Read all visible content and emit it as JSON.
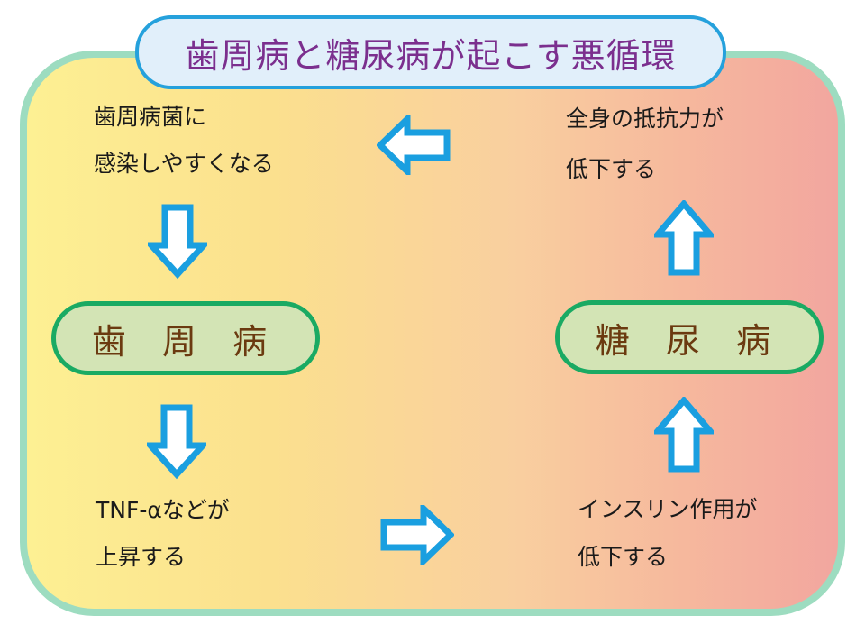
{
  "title": "歯周病と糖尿病が起こす悪循環",
  "nodes": {
    "periodontal_infection": {
      "line1": "歯周病菌に",
      "line2": "感染しやすくなる"
    },
    "resistance_down": {
      "line1": "全身の抵抗力が",
      "line2": "低下する"
    },
    "periodontitis": "歯 周 病",
    "diabetes": "糖 尿 病",
    "tnf_up": {
      "line1": "TNF-αなどが",
      "line2": "上昇する"
    },
    "insulin_down": {
      "line1": "インスリン作用が",
      "line2": "低下する"
    }
  },
  "arrows": [
    {
      "from": "resistance_down",
      "to": "periodontal_infection",
      "direction": "left"
    },
    {
      "from": "periodontal_infection",
      "to": "periodontitis",
      "direction": "down"
    },
    {
      "from": "periodontitis",
      "to": "tnf_up",
      "direction": "down"
    },
    {
      "from": "tnf_up",
      "to": "insulin_down",
      "direction": "right"
    },
    {
      "from": "insulin_down",
      "to": "diabetes",
      "direction": "up"
    },
    {
      "from": "diabetes",
      "to": "resistance_down",
      "direction": "up"
    }
  ],
  "colors": {
    "frame_border": "#9ddcc0",
    "title_border": "#25a1dc",
    "title_fill": "#e1effa",
    "title_text": "#7b2f8e",
    "pill_border": "#1aaa63",
    "pill_fill": "#d3e4b5",
    "pill_text": "#6b3a10",
    "arrow_stroke": "#1a9fe0",
    "arrow_fill": "#ffffff"
  }
}
